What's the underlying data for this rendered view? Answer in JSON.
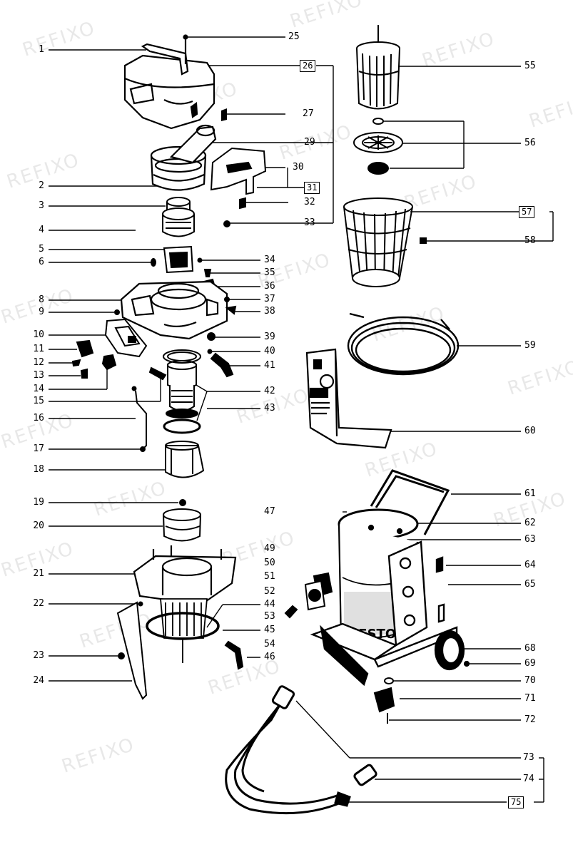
{
  "watermark": "REFIXO",
  "left_labels": [
    "1",
    "2",
    "3",
    "4",
    "5",
    "6",
    "8",
    "9",
    "10",
    "11",
    "12",
    "13",
    "14",
    "15",
    "16",
    "17",
    "18",
    "19",
    "20",
    "21",
    "22",
    "23",
    "24"
  ],
  "right_labels": [
    "25",
    "27",
    "29",
    "30",
    "32",
    "33",
    "34",
    "35",
    "36",
    "37",
    "38",
    "39",
    "40",
    "41",
    "42",
    "43",
    "44",
    "45",
    "46",
    "47",
    "49",
    "50",
    "51",
    "52",
    "53",
    "54",
    "55",
    "56",
    "58",
    "59",
    "60",
    "61",
    "62",
    "63",
    "64",
    "65",
    "68",
    "69",
    "70",
    "71",
    "72",
    "73",
    "74"
  ],
  "boxed_labels": [
    "26",
    "31",
    "57",
    "75"
  ],
  "brand_text": "FESTO"
}
